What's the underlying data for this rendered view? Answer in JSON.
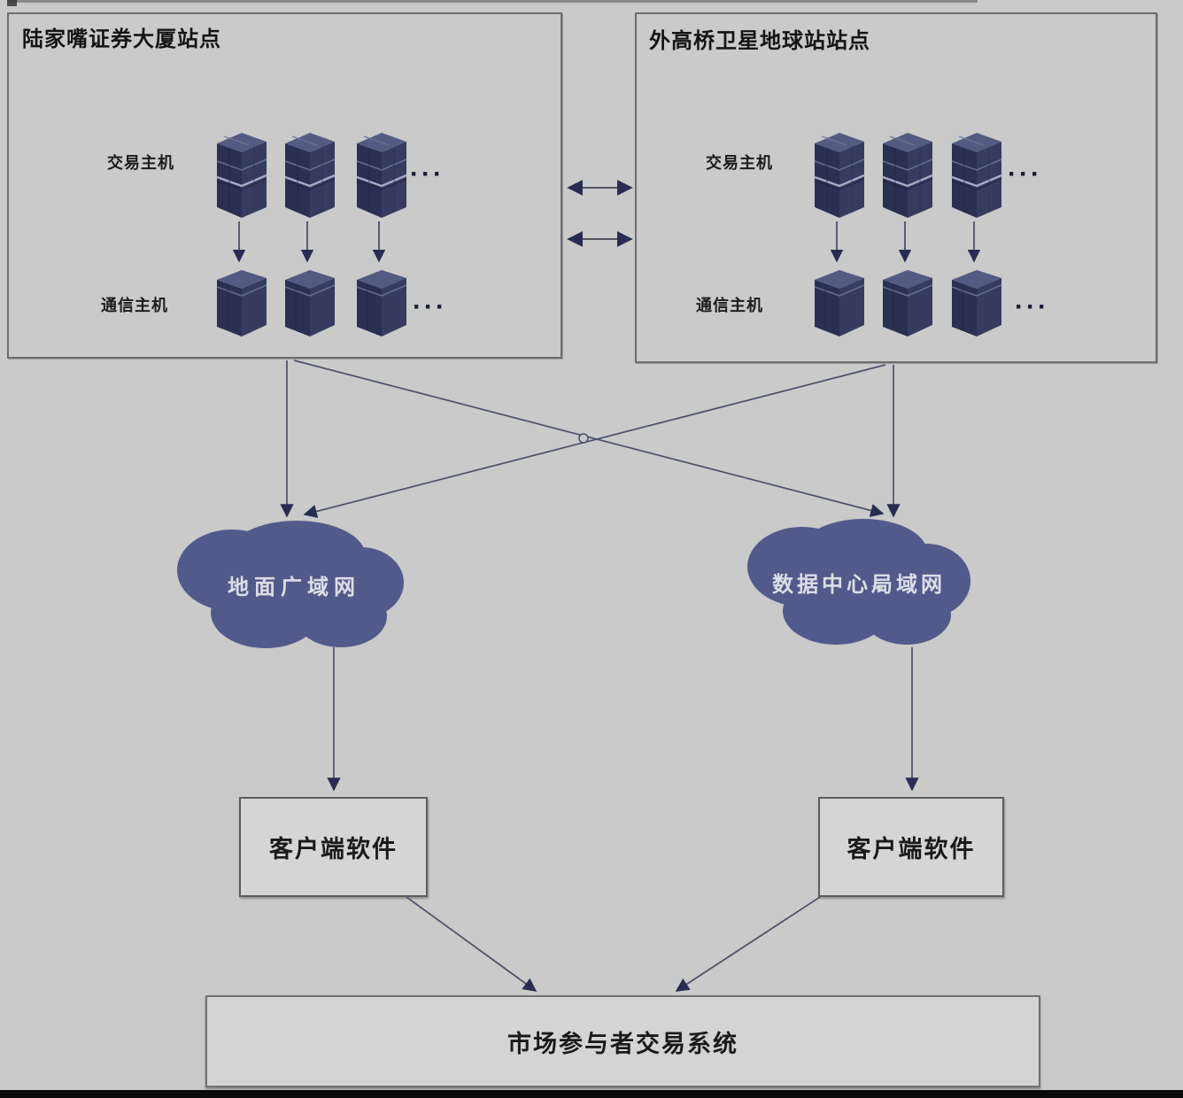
{
  "site_left": {
    "title": "陆家嘴证券大厦站点",
    "trading_hosts_label": "交易主机",
    "comm_hosts_label": "通信主机",
    "more_indicator": "···"
  },
  "site_right": {
    "title": "外高桥卫星地球站站点",
    "trading_hosts_label": "交易主机",
    "comm_hosts_label": "通信主机",
    "more_indicator": "···"
  },
  "cloud_left": {
    "label": "地面广域网"
  },
  "cloud_right": {
    "label": "数据中心局域网"
  },
  "client_left": {
    "label": "客户端软件"
  },
  "client_right": {
    "label": "客户端软件"
  },
  "system": {
    "label": "市场参与者交易系统"
  },
  "colors": {
    "background": "#c9cac9",
    "cloud_fill": "#525a8b",
    "cloud_text": "#dcdee6",
    "server_left_face": "#2a3052",
    "server_right_face": "#353c60",
    "server_top_face": "#535b82",
    "arrow_line": "#4d5169",
    "arrow_head": "#272d52",
    "box_border": "#6a6a6a",
    "text": "#1b1b1b"
  }
}
